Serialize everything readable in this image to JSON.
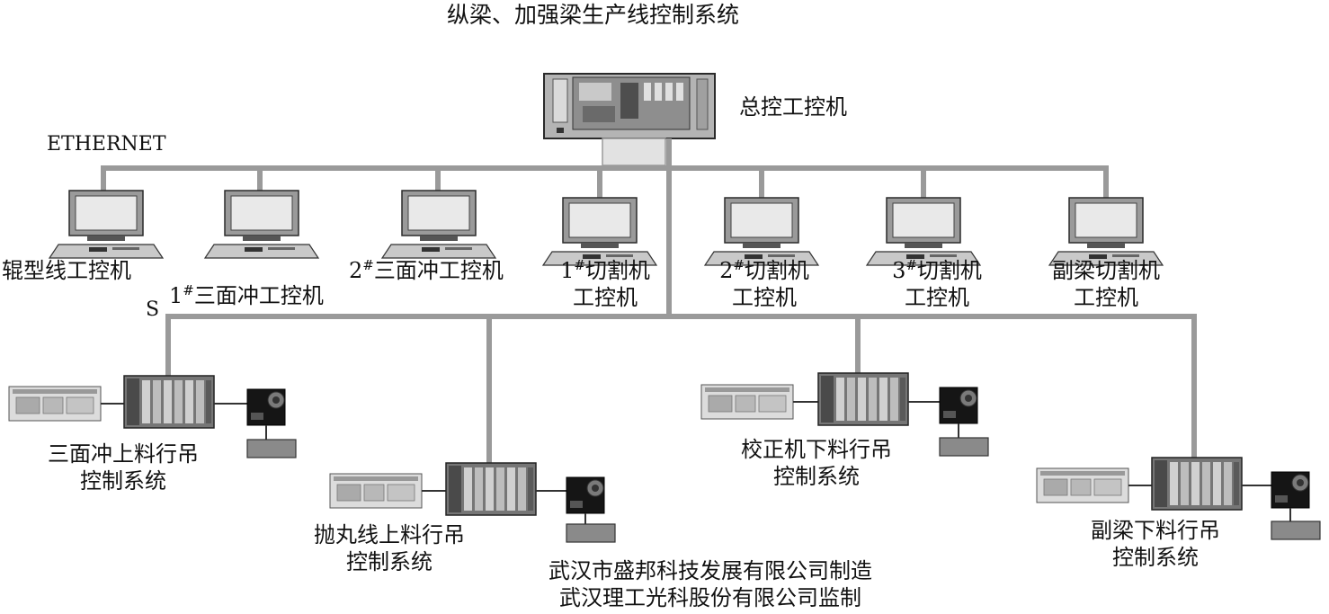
{
  "title": "纵梁、加强梁生产线控制系统",
  "master": {
    "label": "总控工控机"
  },
  "network": {
    "ethernet_label": "ETHERNET",
    "s_label": "S"
  },
  "workstations": [
    {
      "sup": "",
      "line1": "辊型线工控机",
      "line2": ""
    },
    {
      "sup": "1",
      "line1": "三面冲工控机",
      "line2": ""
    },
    {
      "sup": "2",
      "line1": "三面冲工控机",
      "line2": ""
    },
    {
      "sup": "1",
      "line1": "切割机",
      "line2": "工控机"
    },
    {
      "sup": "2",
      "line1": "切割机",
      "line2": "工控机"
    },
    {
      "sup": "3",
      "line1": "切割机",
      "line2": "工控机"
    },
    {
      "sup": "",
      "line1": "副梁切割机",
      "line2": "工控机"
    }
  ],
  "hash_mark": "#",
  "plc_systems": [
    {
      "line1": "三面冲上料行吊",
      "line2": "控制系统"
    },
    {
      "line1": "抛丸线上料行吊",
      "line2": "控制系统"
    },
    {
      "line1": "校正机下料行吊",
      "line2": "控制系统"
    },
    {
      "line1": "副梁下料行吊",
      "line2": "控制系统"
    }
  ],
  "credits": {
    "manufacturer": "武汉市盛邦科技发展有限公司制造",
    "supervisor": "武汉理工光科股份有限公司监制"
  }
}
